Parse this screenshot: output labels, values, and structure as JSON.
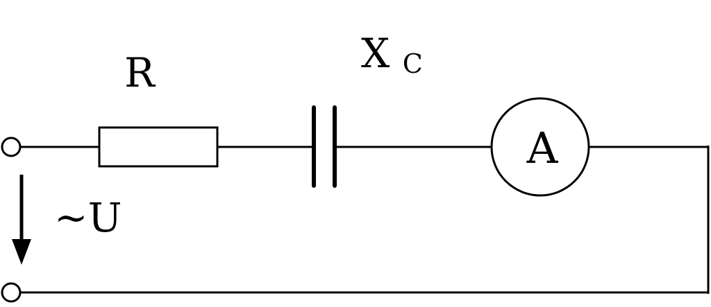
{
  "diagram": {
    "resistor_label": "R",
    "capacitor_label": "X",
    "capacitor_label_subscript": "C",
    "ammeter_label": "A",
    "voltage_label": "~U"
  }
}
